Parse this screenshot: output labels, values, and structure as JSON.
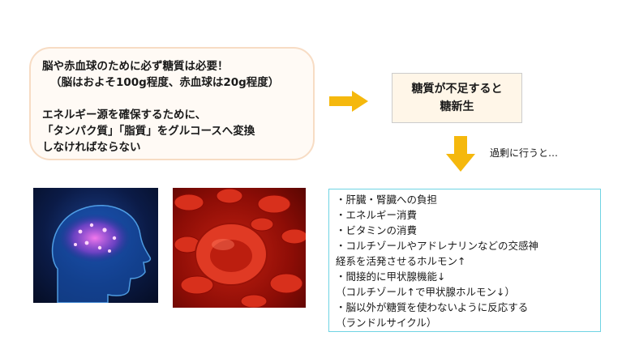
{
  "main_box": {
    "line1": "脳や赤血球のために必ず糖質は必要！",
    "line2": "（脳はおよそ100g程度、赤血球は20g程度）",
    "line3": "エネルギー源を確保するために、",
    "line4": "「タンパク質」「脂質」をグルコースへ変換",
    "line5": "しなければならない"
  },
  "gluconeogenesis": {
    "line1": "糖質が不足すると",
    "line2": "糖新生"
  },
  "excess_label": "過剰に行うと…",
  "effects": [
    "・肝臓・腎臓への負担",
    "・エネルギー消費",
    "・ビタミンの消費",
    "・コルチゾールやアドレナリンなどの交感神",
    "経系を活発させるホルモン↑",
    "・間接的に甲状腺機能↓",
    "（コルチゾール↑で甲状腺ホルモン↓）",
    "・脳以外が糖質を使わないように反応する",
    "（ランドルサイクル）"
  ],
  "colors": {
    "arrow": "#f5b80d",
    "main_box_border": "#f7dcc4",
    "gluco_box_bg": "#fff6e8",
    "effects_border": "#6fd3e3"
  },
  "images": {
    "brain": "brain-illustration",
    "rbc": "red-blood-cells-illustration"
  }
}
